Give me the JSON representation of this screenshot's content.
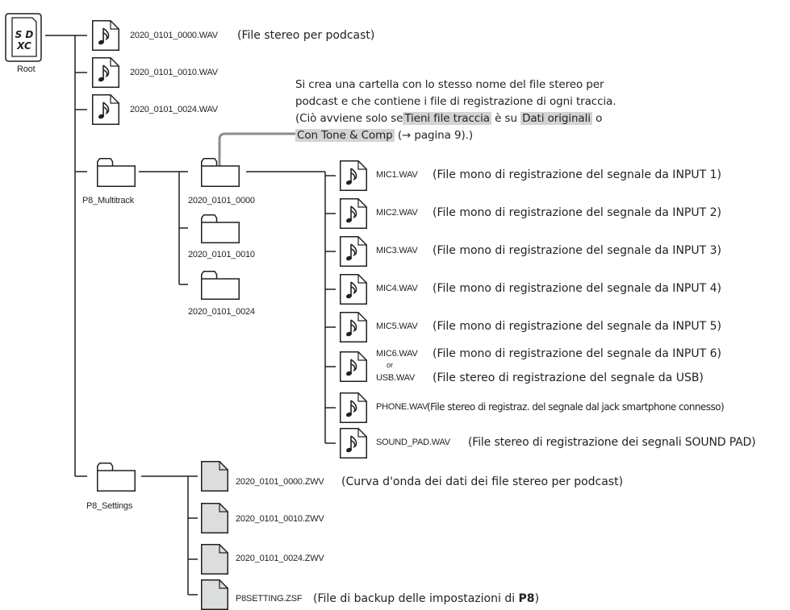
{
  "colors": {
    "line": "#231f20",
    "highlight": "#d1d3d4",
    "zwv_fill": "#dcdddd",
    "callout": "#8c8c8c"
  },
  "icons": {
    "sd": "sd-card-icon",
    "wav": "music-note-file-icon",
    "folder": "folder-icon",
    "zwv": "blank-file-icon"
  },
  "root": {
    "label": "Root",
    "card_text": "SDXC"
  },
  "root_files": [
    {
      "name": "2020_0101_0000.WAV",
      "desc": "(File stereo per podcast)"
    },
    {
      "name": "2020_0101_0010.WAV"
    },
    {
      "name": "2020_0101_0024.WAV"
    }
  ],
  "multitrack": {
    "label": "P8_Multitrack",
    "subfolders": [
      "2020_0101_0000",
      "2020_0101_0010",
      "2020_0101_0024"
    ]
  },
  "note": {
    "line1": "Si crea una cartella con lo stesso nome del file stereo per",
    "line2": "podcast e che contiene i file di registrazione di ogni traccia.",
    "line3_a": "(Ciò avviene solo se",
    "line3_hl1": "Tieni file traccia",
    "line3_b": " è su ",
    "line3_hl2": "Dati originali",
    "line3_c": " o",
    "line4_hl": "Con Tone & Comp",
    "line4_rest": " (→ pagina 9).)"
  },
  "tracks": [
    {
      "name": "MIC1.WAV",
      "desc": "(File mono di registrazione del segnale da INPUT 1)"
    },
    {
      "name": "MIC2.WAV",
      "desc": "(File mono di registrazione del segnale da INPUT 2)"
    },
    {
      "name": "MIC3.WAV",
      "desc": "(File mono di registrazione del segnale da INPUT 3)"
    },
    {
      "name": "MIC4.WAV",
      "desc": "(File mono di registrazione del segnale da INPUT 4)"
    },
    {
      "name": "MIC5.WAV",
      "desc": "(File mono di registrazione del segnale da INPUT 5)"
    },
    {
      "name": "MIC6.WAV",
      "desc": "(File mono di registrazione del segnale da INPUT 6)",
      "or": "or",
      "alt_name": "USB.WAV",
      "alt_desc": "(File stereo di registrazione del segnale da USB)"
    },
    {
      "name": "PHONE.WAV",
      "desc": "(File stereo di registraz. del segnale dal jack smartphone connesso)"
    },
    {
      "name": "SOUND_PAD.WAV",
      "desc": "(File stereo di registrazione dei segnali SOUND PAD)"
    }
  ],
  "settings": {
    "label": "P8_Settings",
    "files": [
      {
        "name": "2020_0101_0000.ZWV",
        "desc": "(Curva d'onda dei dati dei file stereo per podcast)"
      },
      {
        "name": "2020_0101_0010.ZWV"
      },
      {
        "name": "2020_0101_0024.ZWV"
      },
      {
        "name": "P8SETTING.ZSF",
        "desc_a": "(File di backup delle impostazioni di ",
        "desc_bold": "P8",
        "desc_b": ")"
      }
    ]
  }
}
